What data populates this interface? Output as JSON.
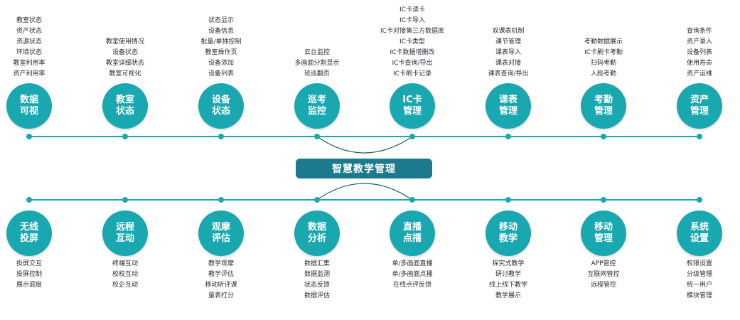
{
  "center_title": "智慧教学管理",
  "colors": {
    "accent": "#1aa8b0",
    "banner": "#1b7a8d",
    "text": "#2a2f36"
  },
  "top_modules": [
    {
      "title": [
        "数据",
        "可视"
      ],
      "items": [
        "教室状态",
        "资产状态",
        "资源状态",
        "环境状态",
        "教室利用率",
        "资产利用率"
      ]
    },
    {
      "title": [
        "教室",
        "状态"
      ],
      "items": [
        "教室使用情况",
        "设备状态",
        "教室详细状态",
        "教室可视化"
      ]
    },
    {
      "title": [
        "设备",
        "状态"
      ],
      "items": [
        "状态显示",
        "设备信息",
        "批量/单独控制",
        "教室操作页",
        "设备添加",
        "设备列表"
      ]
    },
    {
      "title": [
        "巡考",
        "监控"
      ],
      "items": [
        "云台监控",
        "多画面分割显示",
        "轮巡翻页"
      ]
    },
    {
      "title": [
        "IC卡",
        "管理"
      ],
      "items": [
        "IC卡读卡",
        "IC卡导入",
        "IC卡对接第三方数据库",
        "IC卡类型",
        "IC卡数据增删改",
        "IC卡查询/导出",
        "IC卡刷卡记录"
      ]
    },
    {
      "title": [
        "课表",
        "管理"
      ],
      "items": [
        "双课表机制",
        "课节管理",
        "课表导入",
        "课表对接",
        "课表查询/导出"
      ]
    },
    {
      "title": [
        "考勤",
        "管理"
      ],
      "items": [
        "考勤数据展示",
        "IC卡刷卡考勤",
        "扫码考勤",
        "人脸考勤"
      ]
    },
    {
      "title": [
        "资产",
        "管理"
      ],
      "items": [
        "查询条件",
        "资产录入",
        "设备列表",
        "使用寿命",
        "资产运维"
      ]
    }
  ],
  "bottom_modules": [
    {
      "title": [
        "无线",
        "投屏"
      ],
      "items": [
        "投屏交互",
        "投屏控制",
        "展示调度"
      ]
    },
    {
      "title": [
        "远程",
        "互动"
      ],
      "items": [
        "终端互动",
        "校校互动",
        "校企互动"
      ]
    },
    {
      "title": [
        "观摩",
        "评估"
      ],
      "items": [
        "教学观摩",
        "教学评估",
        "移动听评课",
        "量表打分"
      ]
    },
    {
      "title": [
        "数据",
        "分析"
      ],
      "items": [
        "数据汇集",
        "数据监测",
        "状态反馈",
        "数据评估"
      ]
    },
    {
      "title": [
        "直播",
        "点播"
      ],
      "items": [
        "单/多画面直播",
        "单/多画面点播",
        "在线点评反馈"
      ]
    },
    {
      "title": [
        "移动",
        "教学"
      ],
      "items": [
        "探究式教学",
        "研讨教学",
        "线上线下教学",
        "教学展示"
      ]
    },
    {
      "title": [
        "移动",
        "管理"
      ],
      "items": [
        "APP管控",
        "互联网管控",
        "远程管控"
      ]
    },
    {
      "title": [
        "系统",
        "设置"
      ],
      "items": [
        "权限设置",
        "分级管理",
        "统一用户",
        "模块管理"
      ]
    }
  ]
}
